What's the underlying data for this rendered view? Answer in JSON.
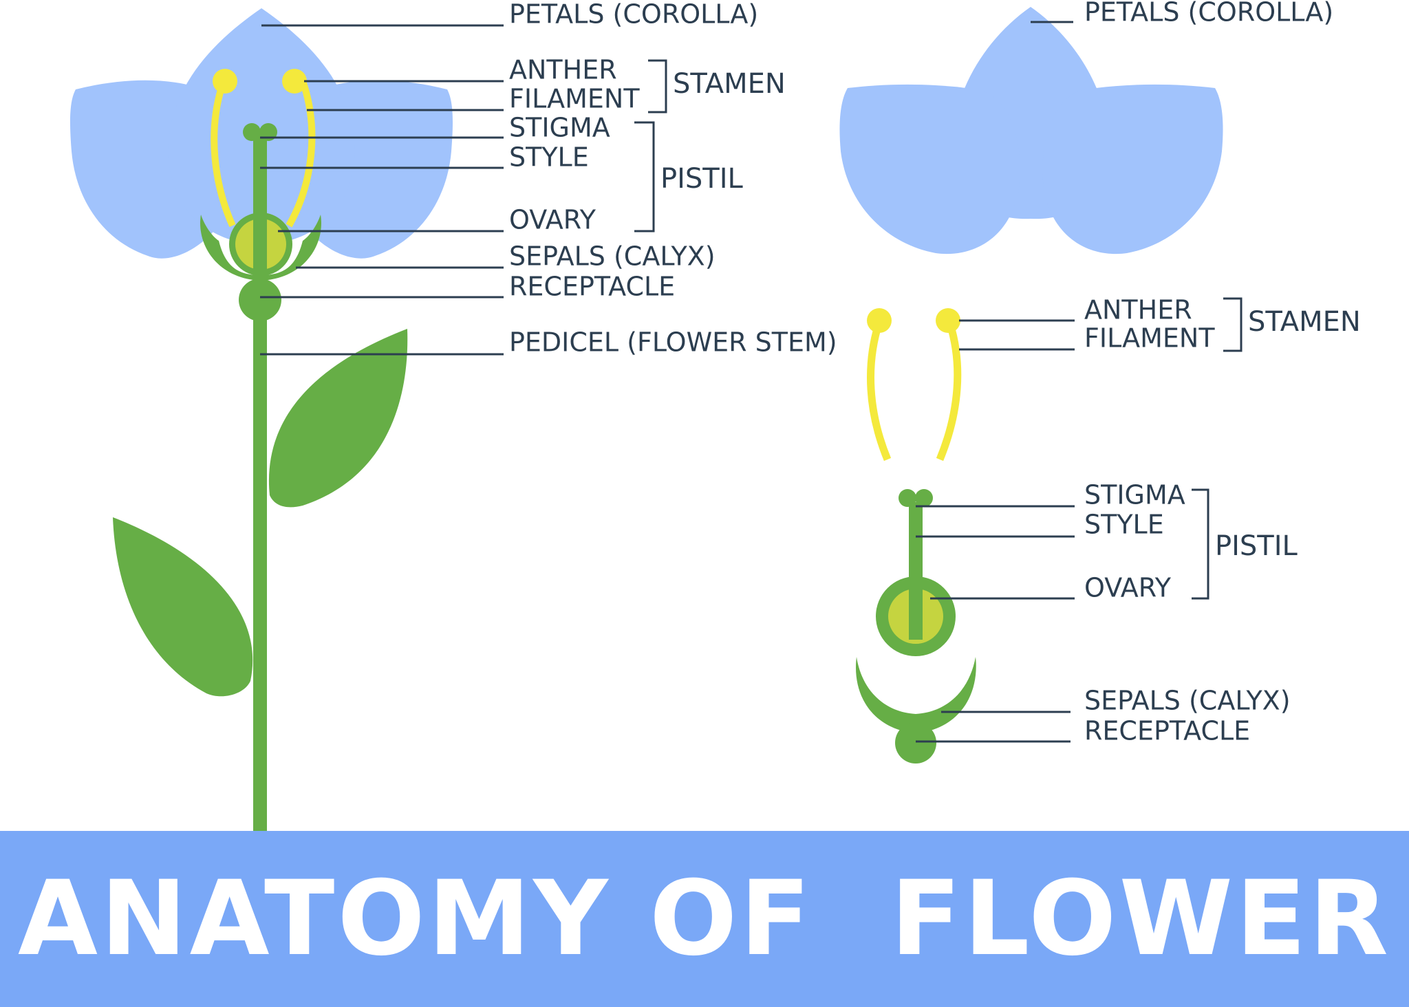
{
  "title": "ANATOMY OF  FLOWER",
  "colors": {
    "petal": "#a1c3fc",
    "stem_green": "#66ae46",
    "ovary_inner": "#c5d440",
    "stamen_yellow": "#f4e93c",
    "label_text": "#2c3e50",
    "banner": "#7aa8f7",
    "banner_text": "#ffffff"
  },
  "whole_flower": {
    "labels": {
      "petals": "PETALS (COROLLA)",
      "anther": "ANTHER",
      "filament": "FILAMENT",
      "stigma": "STIGMA",
      "style": "STYLE",
      "ovary": "OVARY",
      "sepals": "SEPALS (CALYX)",
      "receptacle": "RECEPTACLE",
      "pedicel": "PEDICEL (FLOWER STEM)"
    },
    "groups": {
      "stamen": "STAMEN",
      "pistil": "PISTIL"
    }
  },
  "exploded_flower": {
    "labels": {
      "petals": "PETALS (COROLLA)",
      "anther": "ANTHER",
      "filament": "FILAMENT",
      "stigma": "STIGMA",
      "style": "STYLE",
      "ovary": "OVARY",
      "sepals": "SEPALS (CALYX)",
      "receptacle": "RECEPTACLE"
    },
    "groups": {
      "stamen": "STAMEN",
      "pistil": "PISTIL"
    }
  }
}
